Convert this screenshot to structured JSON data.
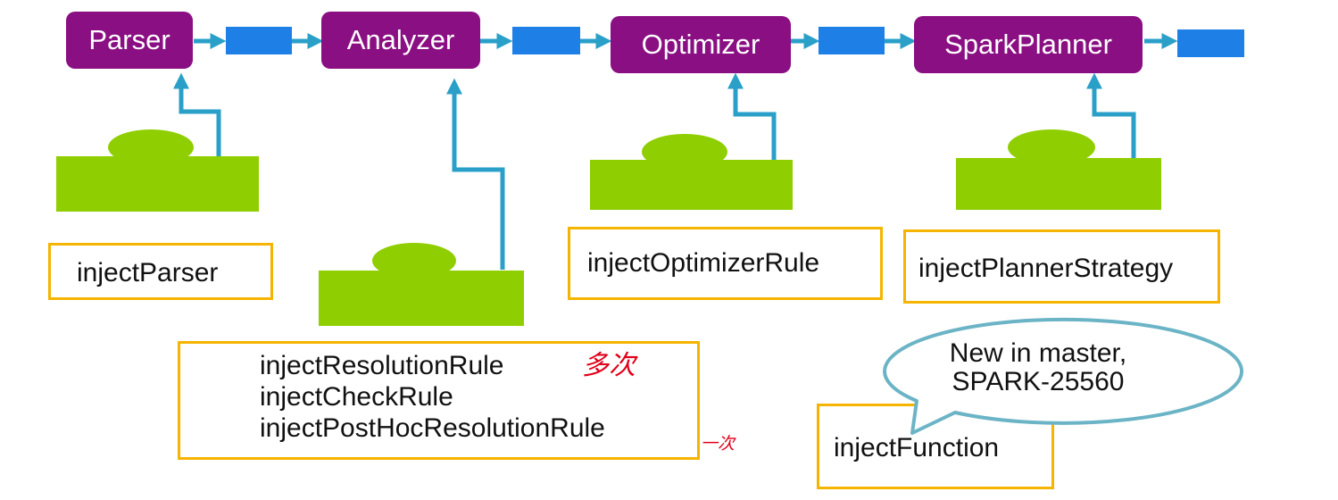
{
  "pipeline": {
    "stages": [
      {
        "id": "parser",
        "label": "Parser"
      },
      {
        "id": "analyzer",
        "label": "Analyzer"
      },
      {
        "id": "optimizer",
        "label": "Optimizer"
      },
      {
        "id": "sparkplanner",
        "label": "SparkPlanner"
      }
    ]
  },
  "extensions": {
    "parser": {
      "label": "injectParser"
    },
    "analyzer": {
      "lines": [
        "injectResolutionRule",
        "injectCheckRule",
        "injectPostHocResolutionRule"
      ]
    },
    "optimizer": {
      "label": "injectOptimizerRule"
    },
    "planner": {
      "label": "injectPlannerStrategy"
    },
    "function": {
      "label": "injectFunction"
    }
  },
  "callout": {
    "lines": [
      "New in master,",
      "SPARK-25560"
    ]
  },
  "annotations": {
    "resolution_note": "多次",
    "posthoc_note": "一次"
  },
  "colors": {
    "stage": "#8a0f83",
    "data_box": "#1e7fe6",
    "arrow": "#2aa0c9",
    "plug": "#8fce00",
    "api_border": "#f5b400",
    "bubble_border": "#6bb4c6",
    "annotation": "#e0001a"
  }
}
